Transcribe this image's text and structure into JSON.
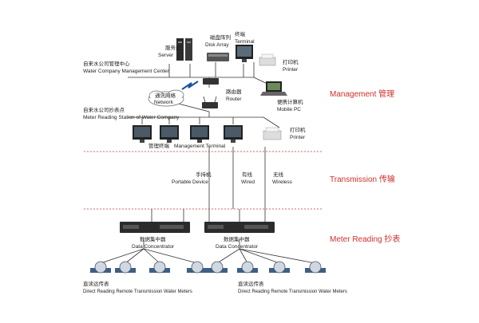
{
  "management_center": {
    "cn": "自来水公司管理中心",
    "en": "Water Company Management Center"
  },
  "server": {
    "cn": "服务器",
    "en": "Server"
  },
  "disk_array": {
    "cn": "磁盘阵列",
    "en": "Disk Array"
  },
  "terminal_top": {
    "cn": "终端",
    "en": "Terminal"
  },
  "printer_top": {
    "cn": "打印机",
    "en": "Printer"
  },
  "network": {
    "cn": "通讯网络",
    "en": "Network"
  },
  "router": {
    "cn": "路由器",
    "en": "Router"
  },
  "mobile_pc": {
    "cn": "便携计算机",
    "en": "Mobile PC"
  },
  "reading_station": {
    "cn": "自来水公司抄表点",
    "en": "Meter Reading Station of Water Company"
  },
  "management_terminal": {
    "cn": "管理终端",
    "en": "Management Terminal"
  },
  "printer_bottom": {
    "cn": "打印机",
    "en": "Printer"
  },
  "sections": {
    "management": "Management  管理",
    "transmission": "Transmission  传输",
    "meter_reading": "Meter Reading  抄表"
  },
  "portable_device": {
    "cn": "手持机",
    "en": "Portable Device"
  },
  "wired": {
    "cn": "有线",
    "en": "Wired"
  },
  "wireless": {
    "cn": "无线",
    "en": "Wireless"
  },
  "concentrator_left": {
    "cn": "数据集中器",
    "en": "Data Concentrator"
  },
  "concentrator_right": {
    "cn": "数据集中器",
    "en": "Data Concentrator"
  },
  "meters_left": {
    "cn": "直读远传表",
    "en": "Direct Reading Remote Transmission Water Meters"
  },
  "meters_right": {
    "cn": "直读远传表",
    "en": "Direct Reading Remote Transmission Water Meters"
  },
  "colors": {
    "section_text": "#d0302a",
    "dashed_line": "#cc3333"
  }
}
